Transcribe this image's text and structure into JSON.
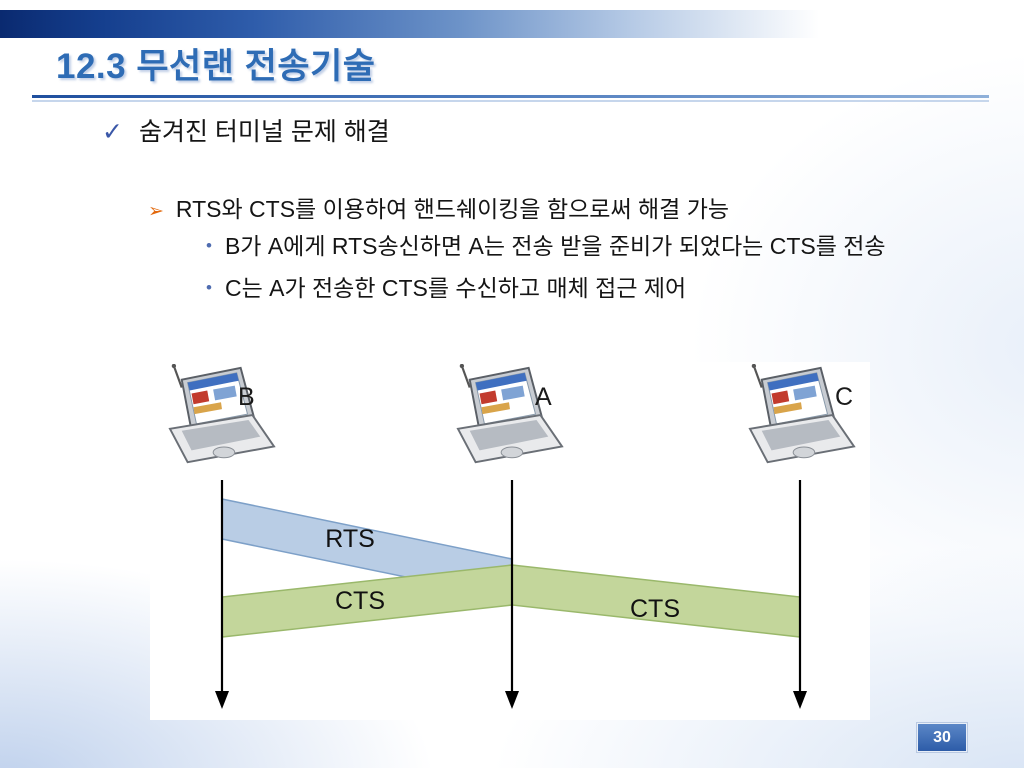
{
  "slide": {
    "title": "12.3 무선랜 전송기술",
    "page_number": "30"
  },
  "bullets": {
    "level1": {
      "marker": "✓",
      "text": "숨겨진 터미널 문제 해결"
    },
    "level2": {
      "marker": "➢",
      "text": "RTS와 CTS를 이용하여 핸드쉐이킹을 함으로써 해결 가능"
    },
    "level3": [
      {
        "marker": "•",
        "text": "B가 A에게 RTS송신하면 A는 전송 받을 준비가 되었다는 CTS를 전송"
      },
      {
        "marker": "•",
        "text": "C는 A가 전송한 CTS를 수신하고 매체 접근 제어"
      }
    ]
  },
  "diagram": {
    "nodes": [
      {
        "label": "B"
      },
      {
        "label": "A"
      },
      {
        "label": "C"
      }
    ],
    "bands": [
      {
        "label": "RTS",
        "fill": "#b9cde5",
        "stroke": "#7da0c8"
      },
      {
        "label": "CTS",
        "fill": "#c3d69b",
        "stroke": "#9ab86b"
      },
      {
        "label": "CTS",
        "fill": "#c3d69b",
        "stroke": "#9ab86b"
      }
    ]
  }
}
